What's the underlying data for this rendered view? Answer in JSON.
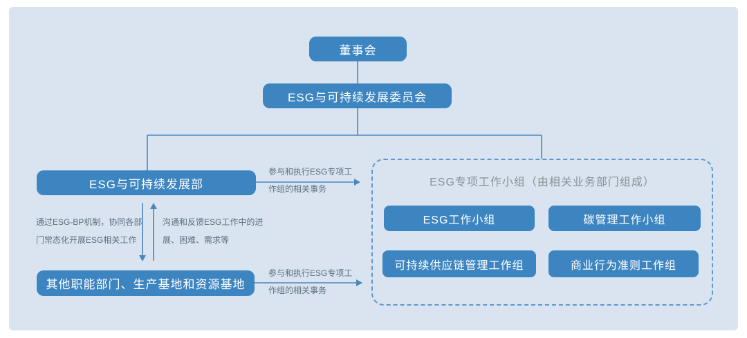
{
  "diagram": {
    "nodes": {
      "board": "董事会",
      "committee": "ESG与可持续发展委员会",
      "esg_dept": "ESG与可持续发展部",
      "other_depts": "其他职能部门、生产基地和资源基地"
    },
    "taskforce": {
      "title": "ESG专项工作小组（由相关业务部门组成）",
      "groups": [
        "ESG工作小组",
        "碳管理工作小组",
        "可持续供应链管理工作组",
        "商业行为准则工作组"
      ]
    },
    "edge_labels": {
      "participate_top": {
        "line1": "参与和执行ESG专项工",
        "line2": "作组的相关事务"
      },
      "participate_bottom": {
        "line1": "参与和执行ESG专项工",
        "line2": "作组的相关事务"
      },
      "bp_mechanism": {
        "line1": "通过ESG-BP机制，协同各部",
        "line2": "门常态化开展ESG相关工作"
      },
      "feedback": {
        "line1": "沟通和反馈ESG工作中的进",
        "line2": "展、困难、需求等"
      }
    },
    "colors": {
      "node_fill": "#3d85c1",
      "node_text": "#ffffff",
      "panel_bg": "#d9e4f0",
      "connector_line": "#4c86bd",
      "dashed_border": "#5f97d0",
      "title_text": "#8b9197",
      "label_text": "#5d6e80"
    }
  }
}
